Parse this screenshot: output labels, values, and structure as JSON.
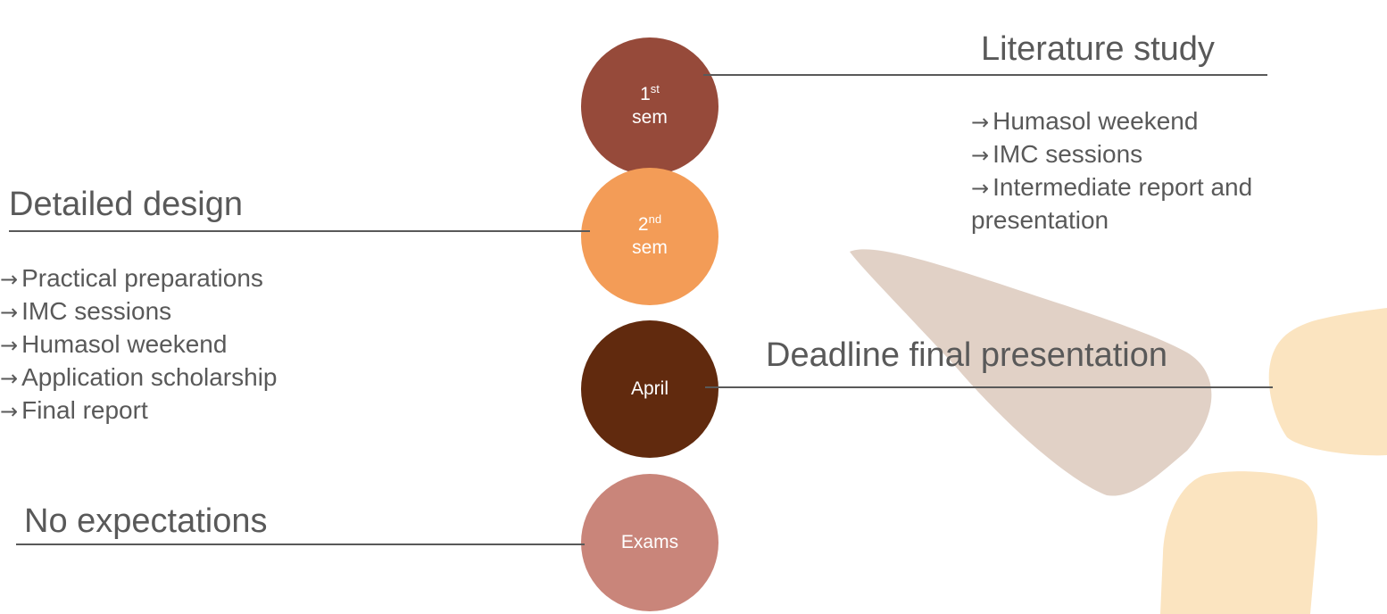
{
  "colors": {
    "sem1": "#964a3a",
    "sem2": "#f39c57",
    "april": "#612a0e",
    "exams": "#c9857a",
    "text": "#595959",
    "shape_grey": "#e1d1c6",
    "shape_cream": "#fbe4c0"
  },
  "timeline": [
    {
      "num": "1",
      "suffix": "st",
      "label": "sem"
    },
    {
      "num": "2",
      "suffix": "nd",
      "label": "sem"
    },
    {
      "label": "April"
    },
    {
      "label": "Exams"
    }
  ],
  "blocks": {
    "literature": {
      "title": "Literature study",
      "items": [
        "Humasol weekend",
        "IMC sessions",
        "Intermediate report and presentation"
      ]
    },
    "detailed": {
      "title": "Detailed design",
      "items": [
        "Practical preparations",
        "IMC sessions",
        "Humasol weekend",
        "Application scholarship",
        "Final report"
      ]
    },
    "deadline": {
      "title": "Deadline final presentation"
    },
    "exams": {
      "title": "No expectations"
    }
  },
  "arrow_glyph": "→"
}
